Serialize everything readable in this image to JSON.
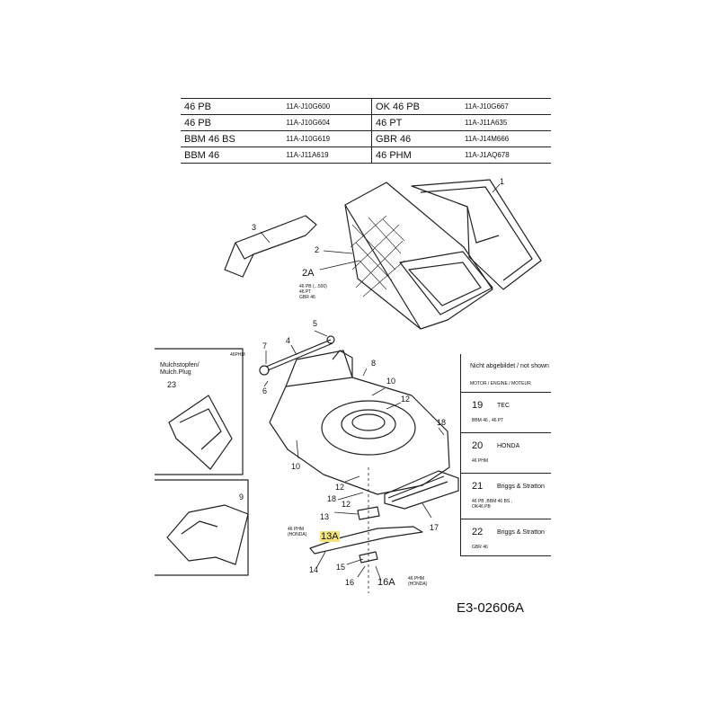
{
  "models": [
    {
      "left_model": "46 PB",
      "left_code": "11A-J10G600",
      "right_model": "OK 46 PB",
      "right_code": "11A-J10G667"
    },
    {
      "left_model": "46 PB",
      "left_code": "11A-J10G604",
      "right_model": "46 PT",
      "right_code": "11A-J11A635"
    },
    {
      "left_model": "BBM 46 BS",
      "left_code": "11A-J10G619",
      "right_model": "GBR 46",
      "right_code": "11A-J14M666"
    },
    {
      "left_model": "BBM 46",
      "left_code": "11A-J11A619",
      "right_model": "46 PHM",
      "right_code": "11A-J1AQ678"
    }
  ],
  "callouts": {
    "c1": "1",
    "c2": "2",
    "c2a": "2A",
    "c3": "3",
    "c4": "4",
    "c5": "5",
    "c6": "6",
    "c7": "7",
    "c8": "8",
    "c9": "9",
    "c10a": "10",
    "c10b": "10",
    "c12a": "12",
    "c12b": "12",
    "c12c": "12",
    "c13": "13",
    "c13a": "13A",
    "c14": "14",
    "c15": "15",
    "c16": "16",
    "c16a": "16A",
    "c17": "17",
    "c18a": "18",
    "c18b": "18",
    "c23": "23"
  },
  "notes": {
    "n2a": "46 PB (...500)\n46 PT\nGBR 46",
    "inset_model": "46PHM",
    "mulch_label": "Mulchstopfen/\nMulch.Plug",
    "phm_13a": "46 PHM\n(HONDA)",
    "phm_16a": "46 PHM\n(HONDA)"
  },
  "side_table": {
    "header": "Nicht abgebildet / not shown",
    "subheader": "MOTOR / ENGINE / MOTEUR",
    "rows": [
      {
        "num": "19",
        "brand": "TEC",
        "models": "BBM 46 , 46 PT"
      },
      {
        "num": "20",
        "brand": "HONDA",
        "models": "46 PHM"
      },
      {
        "num": "21",
        "brand": "Briggs & Stratton",
        "models": "46 PB ,BBM 46 BS ,\nOK46 PB"
      },
      {
        "num": "22",
        "brand": "Briggs & Stratton",
        "models": "GBR 46"
      }
    ]
  },
  "doc_id": "E3-02606A",
  "colors": {
    "highlight": "#f5e27a",
    "line": "#222222"
  }
}
